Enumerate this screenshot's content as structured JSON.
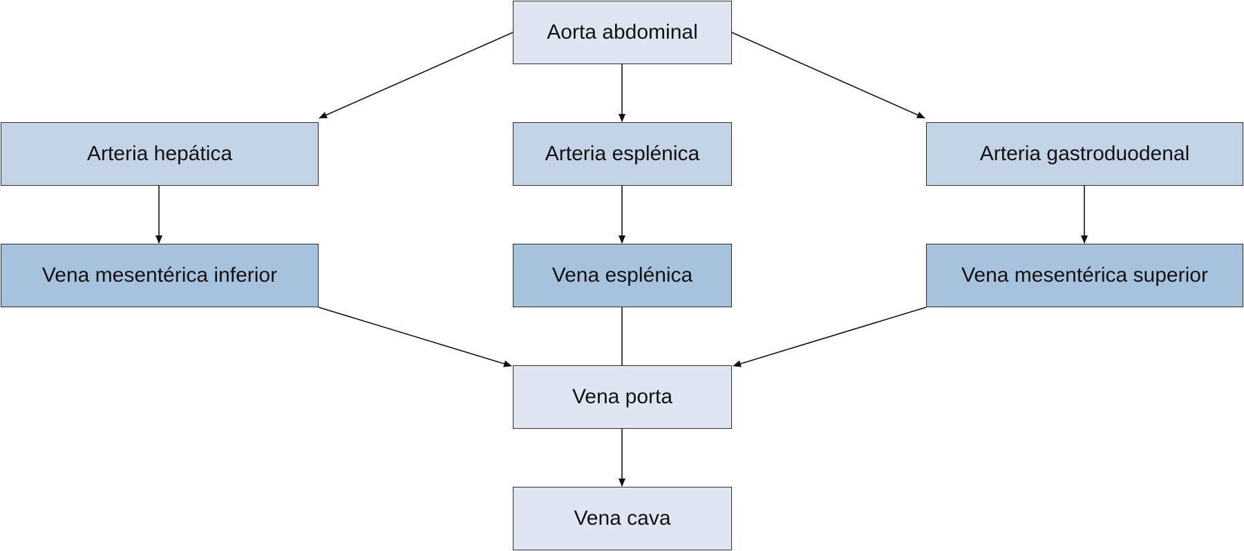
{
  "nodes": {
    "aorta": "Aorta abdominal",
    "arteria_hepatica": "Arteria hepática",
    "arteria_esplenica": "Arteria esplénica",
    "arteria_gastroduodenal": "Arteria gastroduodenal",
    "vena_mesenterica_inferior": "Vena mesentérica inferior",
    "vena_esplenica": "Vena esplénica",
    "vena_mesenterica_superior": "Vena mesentérica superior",
    "vena_porta": "Vena porta",
    "vena_cava": "Vena cava"
  },
  "edges": [
    {
      "from": "aorta",
      "to": "arteria_hepatica",
      "arrow": true
    },
    {
      "from": "aorta",
      "to": "arteria_esplenica",
      "arrow": true
    },
    {
      "from": "aorta",
      "to": "arteria_gastroduodenal",
      "arrow": true
    },
    {
      "from": "arteria_hepatica",
      "to": "vena_mesenterica_inferior",
      "arrow": true
    },
    {
      "from": "arteria_esplenica",
      "to": "vena_esplenica",
      "arrow": true
    },
    {
      "from": "arteria_gastroduodenal",
      "to": "vena_mesenterica_superior",
      "arrow": true
    },
    {
      "from": "vena_mesenterica_inferior",
      "to": "vena_porta",
      "arrow": true
    },
    {
      "from": "vena_esplenica",
      "to": "vena_porta",
      "arrow": false
    },
    {
      "from": "vena_mesenterica_superior",
      "to": "vena_porta",
      "arrow": true
    },
    {
      "from": "vena_porta",
      "to": "vena_cava",
      "arrow": true
    }
  ],
  "colors": {
    "box_light": "#dfe6f1",
    "box_mid": "#c2d4e6",
    "box_dark": "#a6c3dd",
    "stroke": "#111111"
  }
}
